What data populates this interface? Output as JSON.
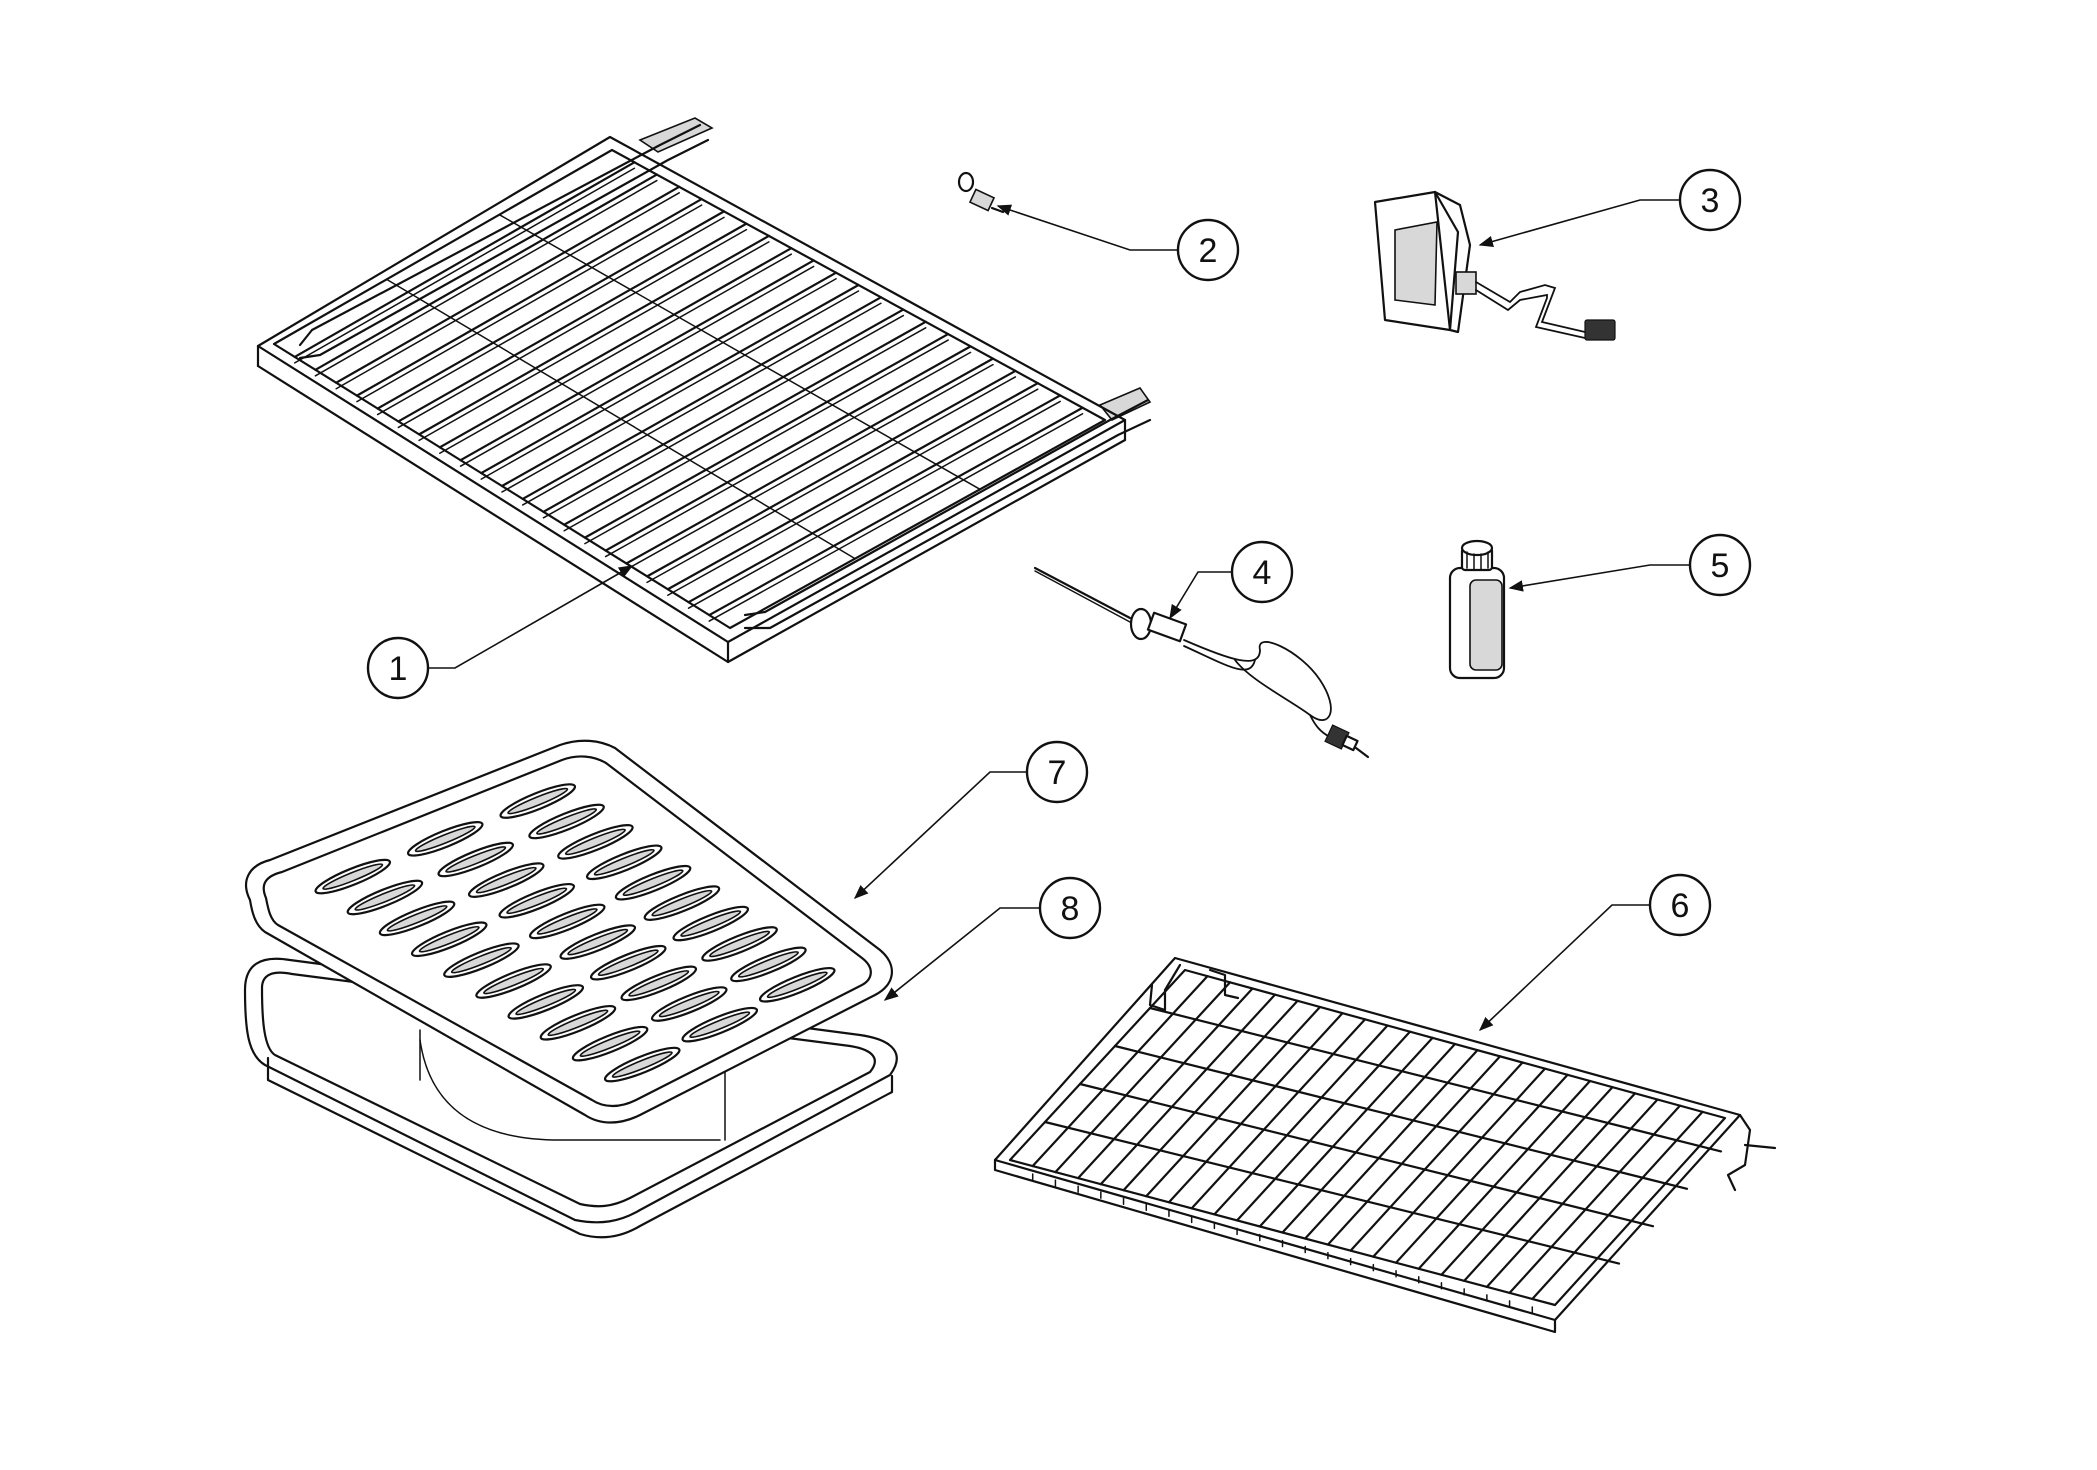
{
  "callouts": [
    {
      "number": "1"
    },
    {
      "number": "2"
    },
    {
      "number": "3"
    },
    {
      "number": "4"
    },
    {
      "number": "5"
    },
    {
      "number": "6"
    },
    {
      "number": "7"
    },
    {
      "number": "8"
    }
  ],
  "colors": {
    "line": "#111111",
    "background": "#ffffff",
    "shade": "#d8d8d8"
  }
}
